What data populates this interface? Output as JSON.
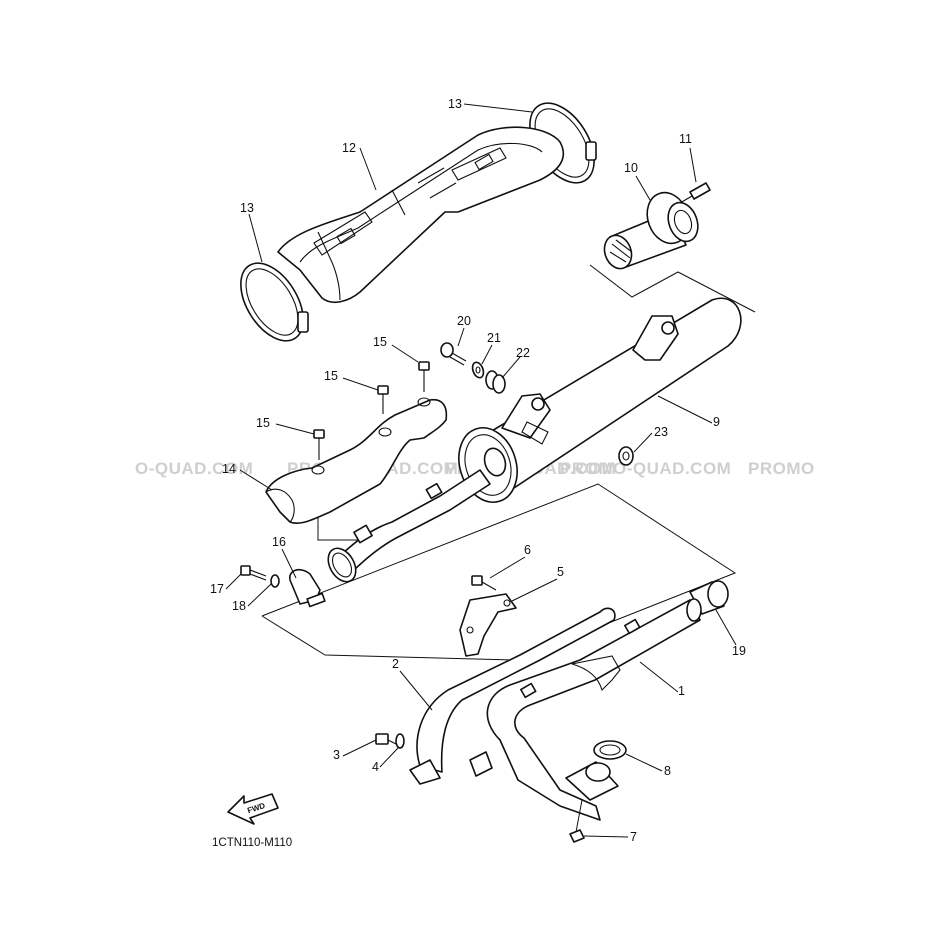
{
  "watermark": {
    "fragments": [
      "O-QUAD.COM",
      "PROMO-QUAD.COM",
      "PROMO-QUAD.COM",
      "PROMO-QUAD.COM",
      "PROMO"
    ]
  },
  "diagram_code": "1CTN110-M110",
  "fwd_label": "FWD",
  "callouts": {
    "c1": "1",
    "c2": "2",
    "c3": "3",
    "c4": "4",
    "c5": "5",
    "c6": "6",
    "c7": "7",
    "c8": "8",
    "c9": "9",
    "c10": "10",
    "c11": "11",
    "c12": "12",
    "c13a": "13",
    "c13b": "13",
    "c14": "14",
    "c15a": "15",
    "c15b": "15",
    "c15c": "15",
    "c16": "16",
    "c17": "17",
    "c18": "18",
    "c19": "19",
    "c20": "20",
    "c21": "21",
    "c22": "22",
    "c23": "23"
  },
  "colors": {
    "line": "#111111",
    "watermark": "#cfcfcf",
    "background": "#ffffff"
  }
}
